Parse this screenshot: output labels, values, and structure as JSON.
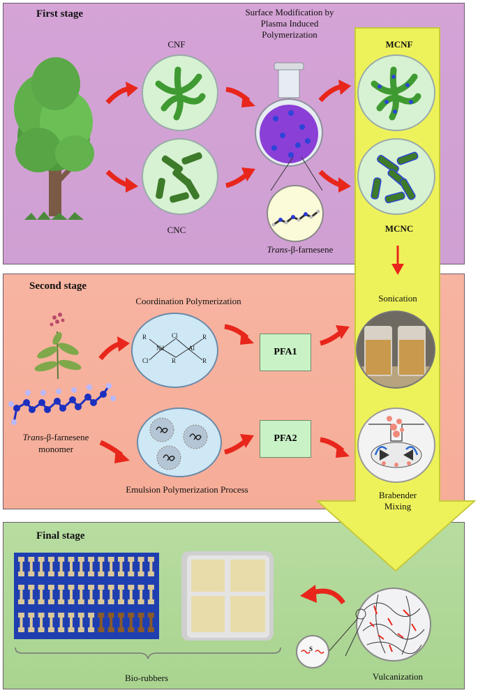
{
  "first_stage": {
    "title": "First stage",
    "cnf_label": "CNF",
    "cnc_label": "CNC",
    "surface_mod_label": "Surface Modification by Plasma Induced Polymerization",
    "mcnf_label": "MCNF",
    "mcnc_label": "MCNC",
    "farnesene_italic": "Trans",
    "farnesene_rest": "-β-farnesene"
  },
  "second_stage": {
    "title": "Second stage",
    "coordination_label": "Coordination Polymerization",
    "emulsion_label": "Emulsion Polymerization Process",
    "pfa1_label": "PFA1",
    "pfa2_label": "PFA2",
    "monomer_italic": "Trans",
    "monomer_rest": "-β-farnesene",
    "monomer_line2": "monomer",
    "sonication_label": "Sonication",
    "brabender_label": "Brabender Mixing",
    "catalyst_atoms": [
      "R",
      "Nd",
      "Cl",
      "Al",
      "R",
      "Cl",
      "R",
      "R"
    ]
  },
  "final_stage": {
    "title": "Final stage",
    "biorubbers_label": "Bio-rubbers",
    "vulcanization_label": "Vulcanization",
    "sulfur_label": "S"
  },
  "colors": {
    "arrow_red": "#e8261b",
    "big_arrow": "#eef25a",
    "stage1_bg": "#d5a3d6",
    "stage2_bg": "#f7b4a1",
    "stage3_bg": "#b7dca1"
  }
}
